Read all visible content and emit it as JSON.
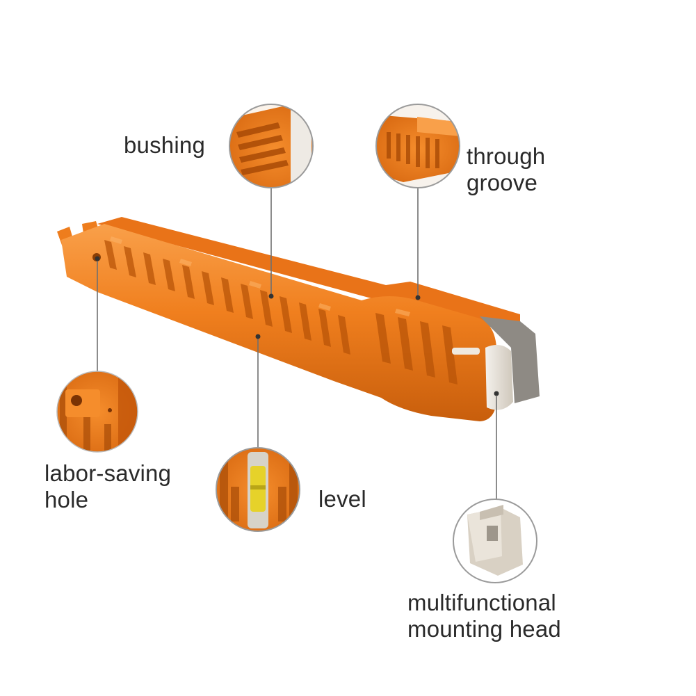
{
  "labels": {
    "bushing": {
      "text": "bushing"
    },
    "through_groove": {
      "line1": "through",
      "line2": "groove"
    },
    "labor_saving_hole": {
      "line1": "labor-saving",
      "line2": "hole"
    },
    "level": {
      "text": "level"
    },
    "mounting_head": {
      "line1": "multifunctional",
      "line2": "mounting head"
    }
  },
  "colors": {
    "tool_orange": "#f07f1e",
    "tool_orange_dark": "#c85e0c",
    "tool_orange_light": "#f9a04a",
    "head_beige": "#e3dcd1",
    "leader_gray": "#6f6f6f",
    "circle_ring": "#b9b9b9",
    "level_yellow": "#e6d22a"
  }
}
